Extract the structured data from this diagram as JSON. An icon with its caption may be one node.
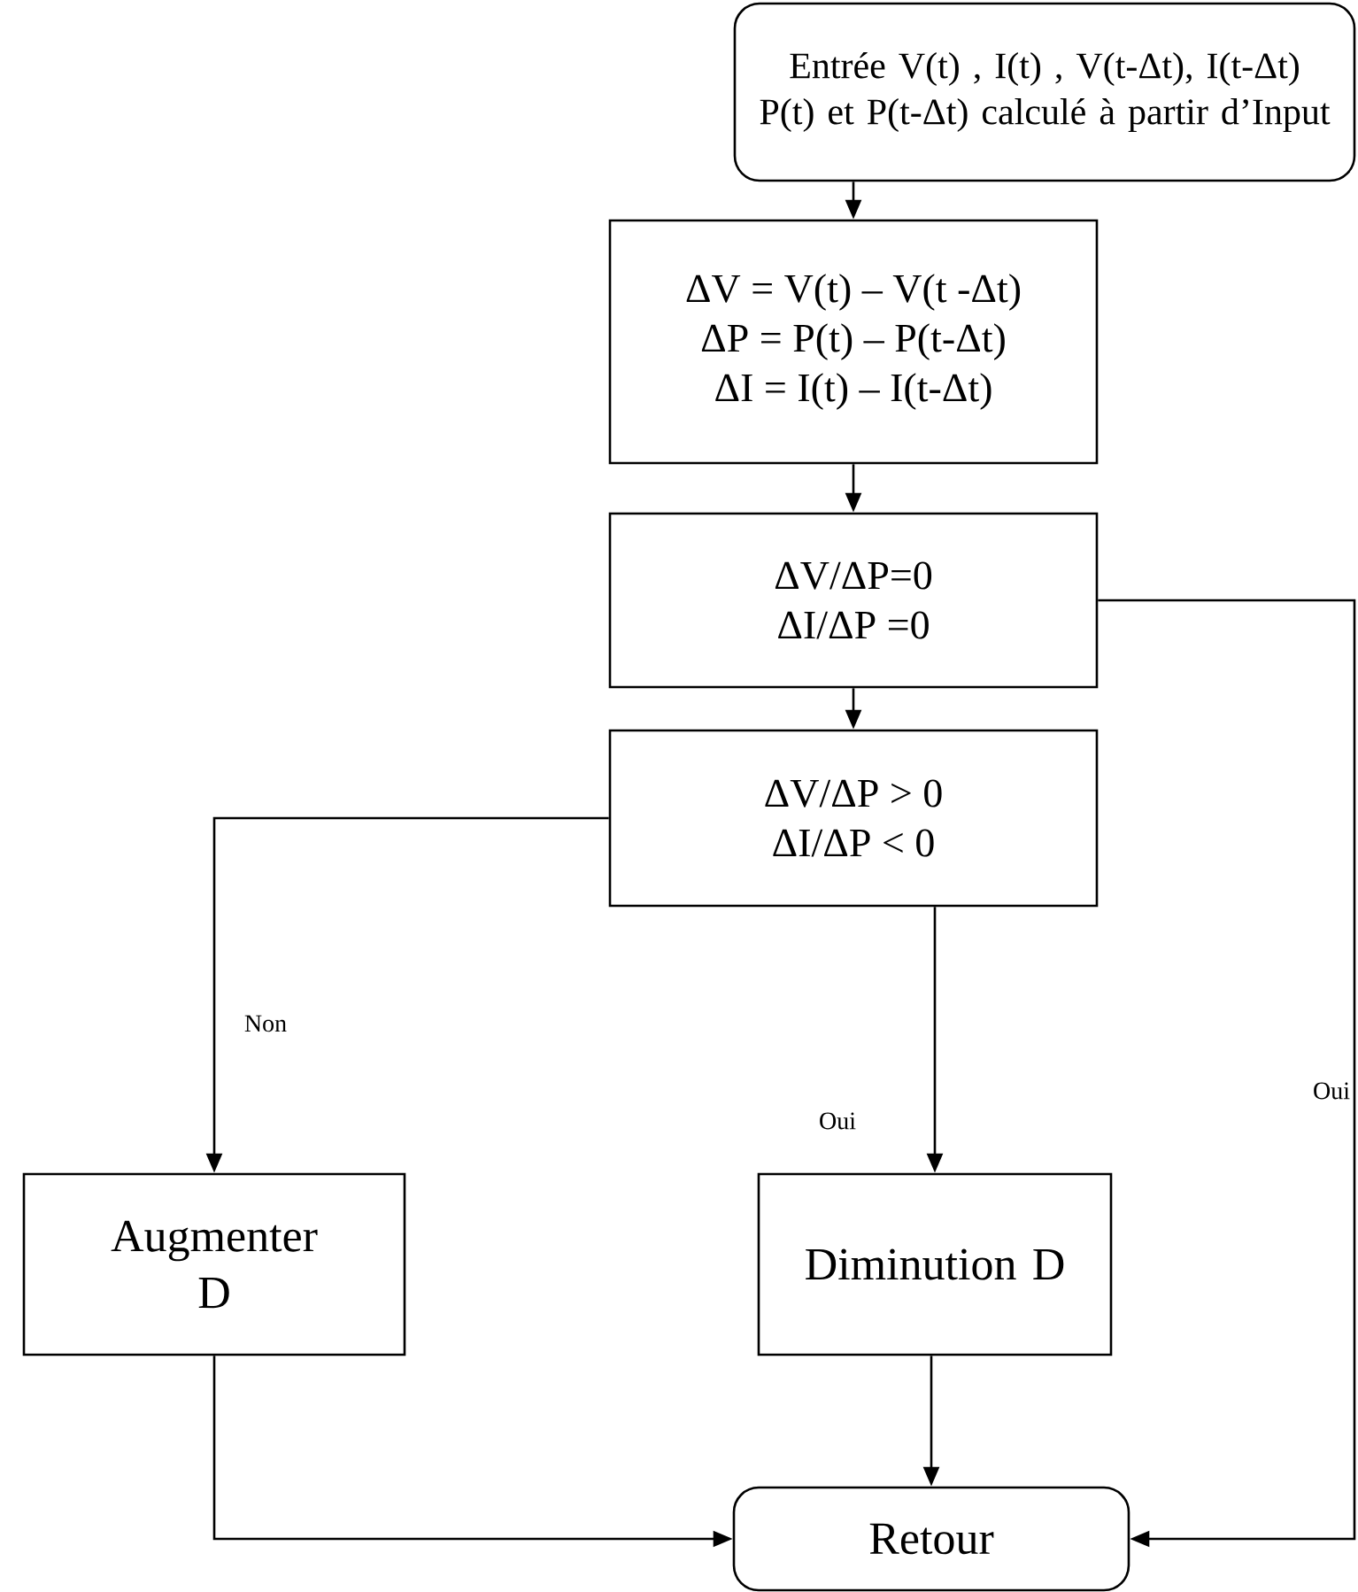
{
  "diagram": {
    "nodes": [
      {
        "text": [
          "Entrée V(t) , I(t) , V(t-Δt), I(t-Δt) P(t) et P(t-Δt) calculé à partir d’Input"
        ]
      },
      {
        "text": [
          "ΔV = V(t) – V(t -Δt)",
          "ΔP = P(t) – P(t-Δt)",
          "ΔI = I(t) – I(t-Δt)"
        ]
      },
      {
        "text": [
          "ΔV/ΔP=0",
          "ΔI/ΔP =0"
        ]
      },
      {
        "text": [
          "ΔV/ΔP > 0",
          "ΔI/ΔP < 0"
        ]
      },
      {
        "text": [
          "Augmenter D"
        ]
      },
      {
        "text": [
          "Diminution D"
        ]
      },
      {
        "text": [
          "Retour"
        ]
      }
    ],
    "edges": [
      {
        "from": 0,
        "to": 1,
        "arrow": "to"
      },
      {
        "from": 1,
        "to": 2,
        "arrow": "to"
      },
      {
        "from": 2,
        "to": 3,
        "arrow": "to"
      },
      {
        "from": 3,
        "to": 4,
        "arrow": "to",
        "label": "Non"
      },
      {
        "from": 3,
        "to": 5,
        "arrow": "to",
        "label": "Oui"
      },
      {
        "from": 2,
        "to": 6,
        "arrow": "to",
        "label": "Oui"
      },
      {
        "from": 4,
        "to": 6,
        "arrow": "to"
      },
      {
        "from": 5,
        "to": 6,
        "arrow": "to"
      }
    ]
  }
}
